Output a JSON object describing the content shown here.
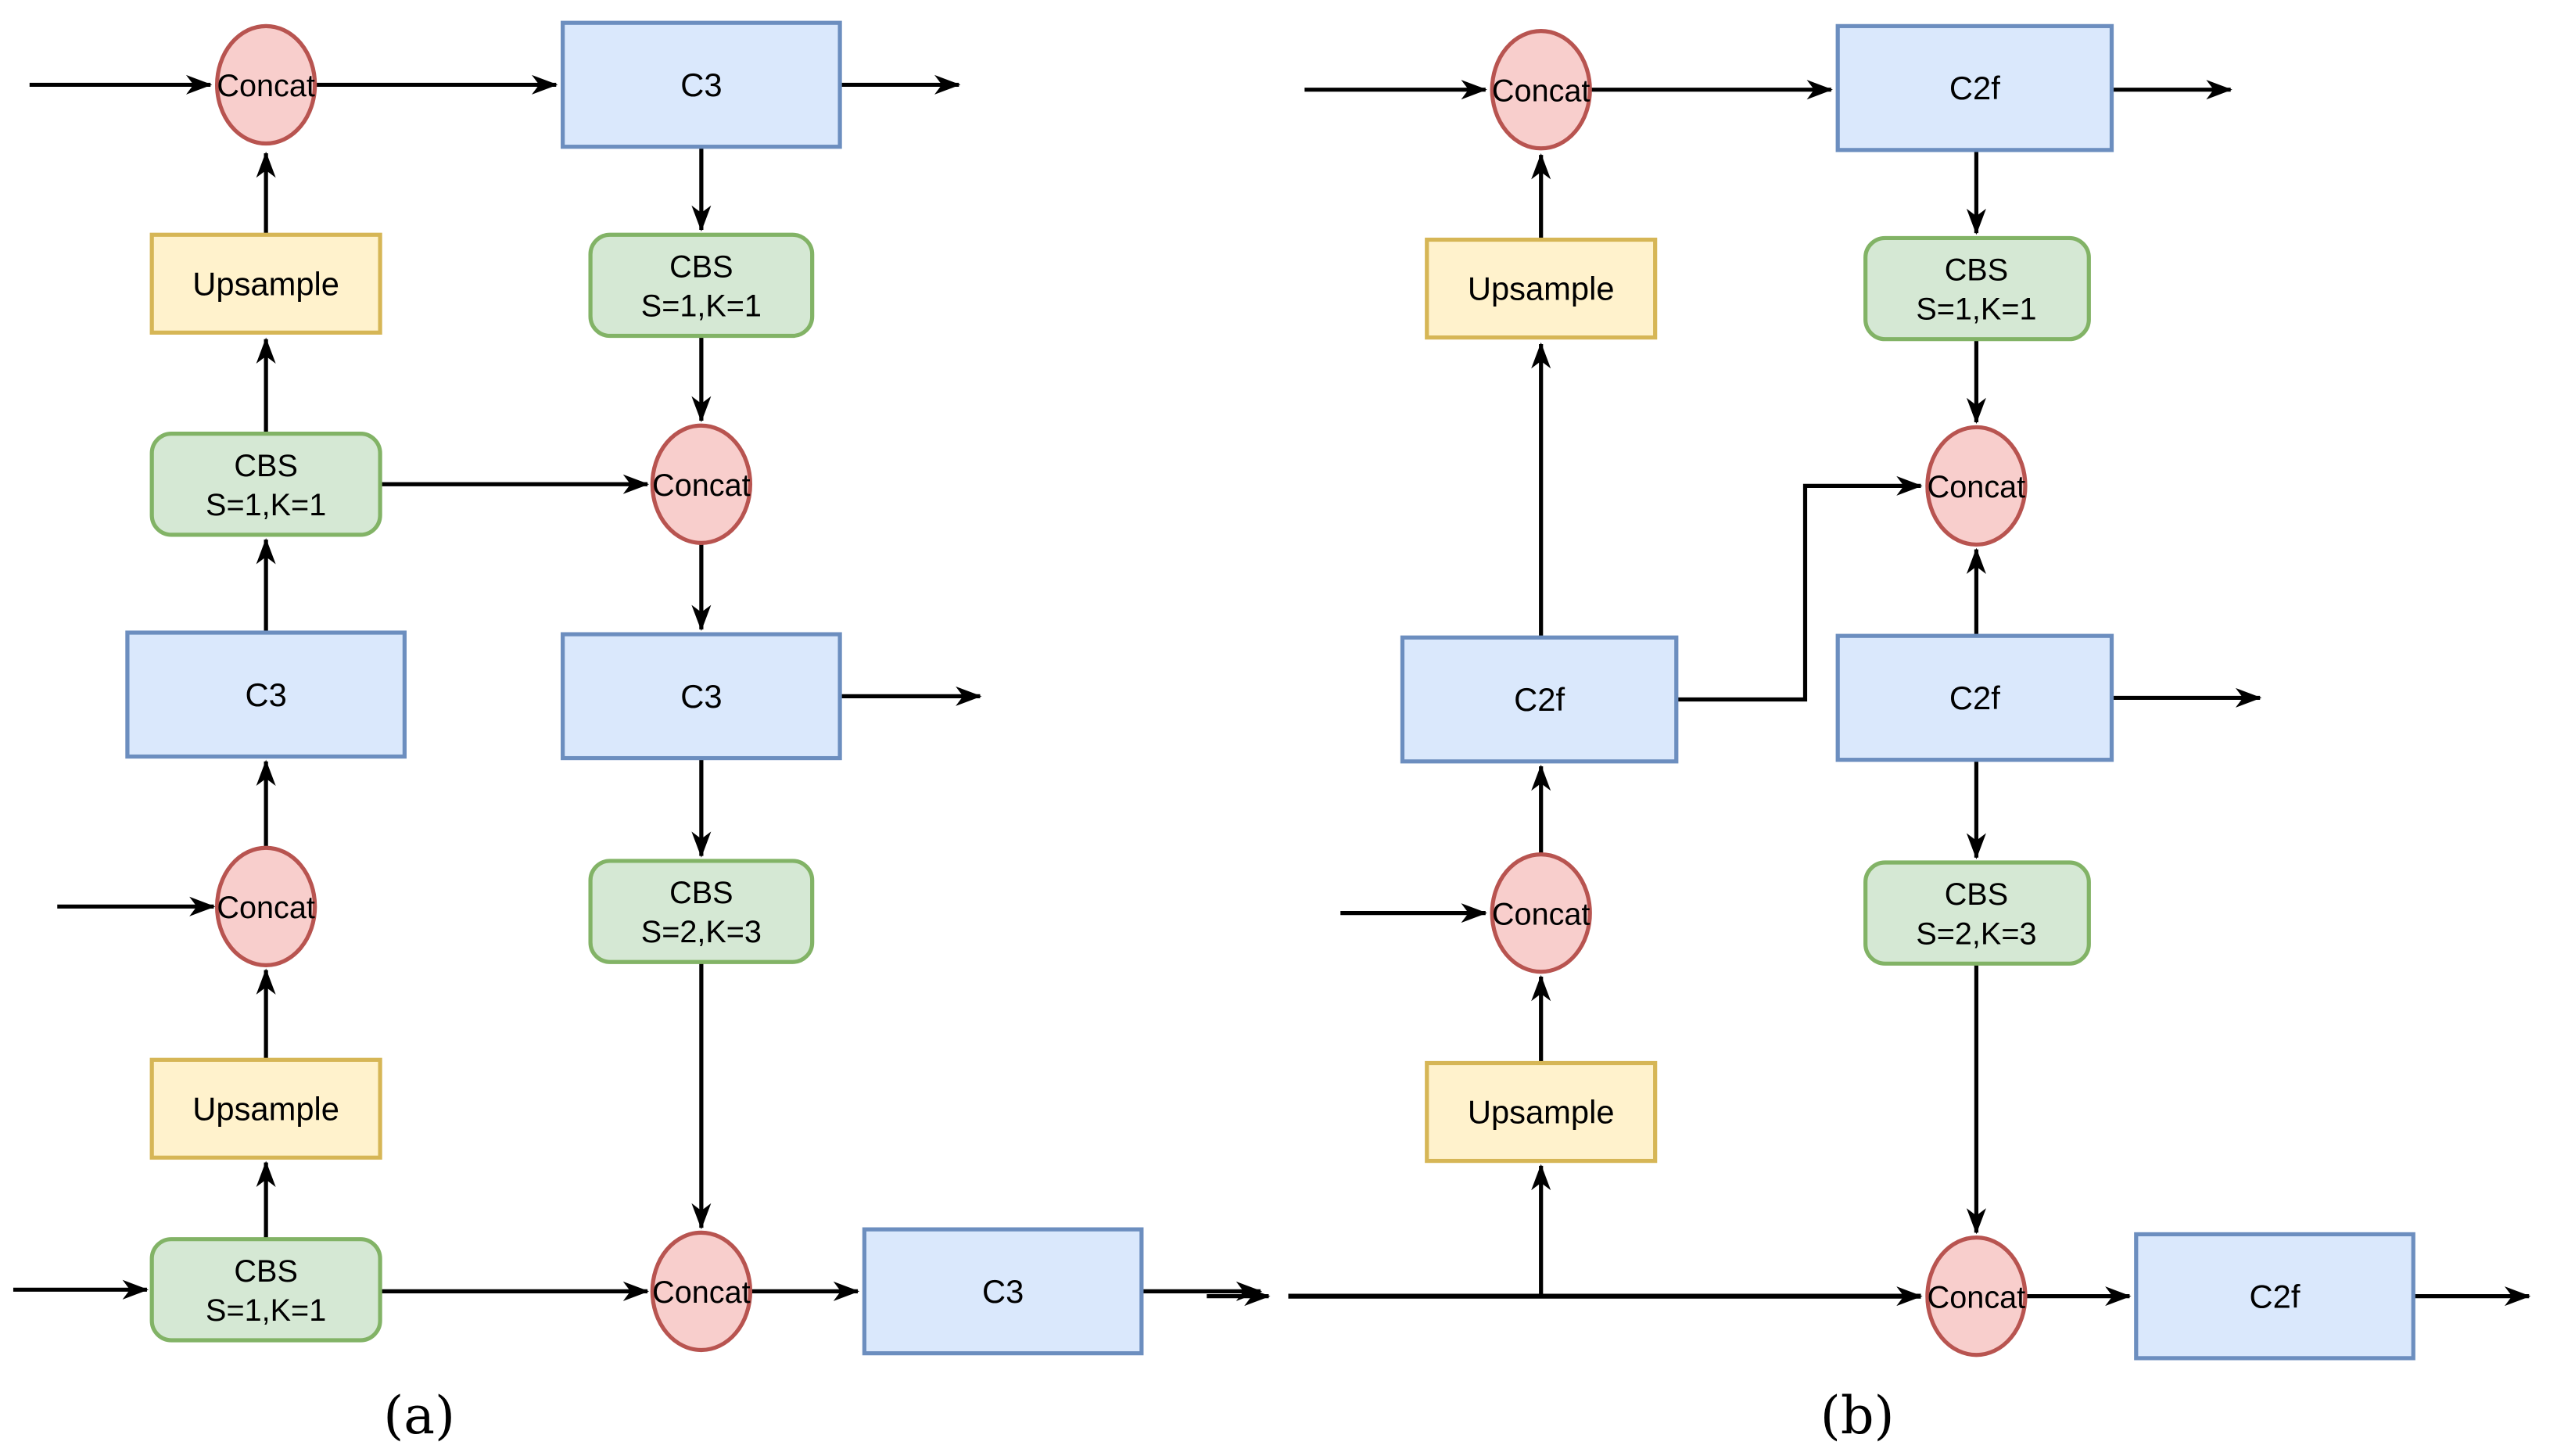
{
  "panels": {
    "a": {
      "caption": "(a)",
      "nodes": {
        "concat_top": "Concat",
        "upsample_top": "Upsample",
        "cbs_mid": {
          "title": "CBS",
          "params": "S=1,K=1"
        },
        "c3_left": "C3",
        "concat_mid": "Concat",
        "upsample_bottom": "Upsample",
        "cbs_bottom": {
          "title": "CBS",
          "params": "S=1,K=1"
        },
        "c3_top": "C3",
        "cbs_right_upper": {
          "title": "CBS",
          "params": "S=1,K=1"
        },
        "concat_right_mid": "Concat",
        "c3_mid": "C3",
        "cbs_right_lower": {
          "title": "CBS",
          "params": "S=2,K=3"
        },
        "concat_bottom": "Concat",
        "c3_bottom": "C3"
      }
    },
    "b": {
      "caption": "(b)",
      "nodes": {
        "concat_top": "Concat",
        "upsample_top": "Upsample",
        "c2f_left": "C2f",
        "concat_mid": "Concat",
        "upsample_bottom": "Upsample",
        "c2f_top": "C2f",
        "cbs_right_upper": {
          "title": "CBS",
          "params": "S=1,K=1"
        },
        "concat_right_mid": "Concat",
        "c2f_mid": "C2f",
        "cbs_right_lower": {
          "title": "CBS",
          "params": "S=2,K=3"
        },
        "concat_bottom": "Concat",
        "c2f_bottom": "C2f"
      }
    }
  },
  "colors": {
    "process_fill": "#DAE8FC",
    "process_stroke": "#6C8EBF",
    "conv_fill": "#D5E8D4",
    "conv_stroke": "#82B366",
    "upsample_fill": "#FFF2CC",
    "upsample_stroke": "#D6B656",
    "concat_fill": "#F8CECC",
    "concat_stroke": "#B85450",
    "edge": "#000000",
    "background": "#FFFFFF"
  }
}
